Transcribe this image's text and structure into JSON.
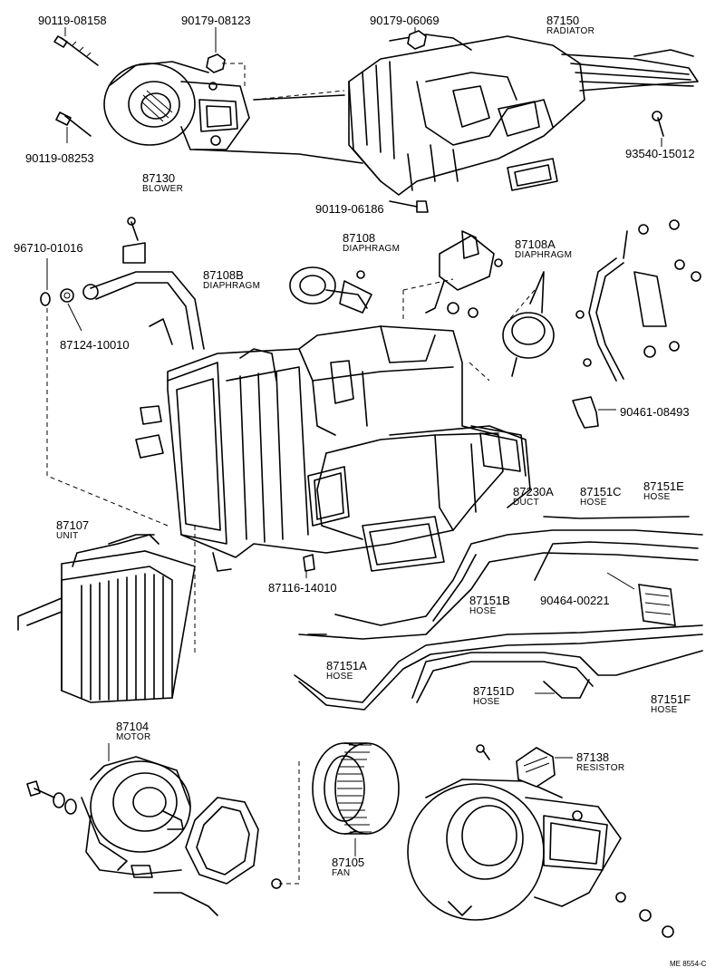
{
  "labels": {
    "p90119_08158": "90119-08158",
    "p90179_08123": "90179-08123",
    "p90179_06069": "90179-06069",
    "p87150": "87150",
    "radiator": "RADIATOR",
    "p90119_08253": "90119-08253",
    "p87130": "87130",
    "blower": "BLOWER",
    "p93540_15012": "93540-15012",
    "p90119_06186": "90119-06186",
    "p96710_01016": "96710-01016",
    "p87108": "87108",
    "diaphragm_1": "DIAPHRAGM",
    "p87108A": "87108A",
    "diaphragm_2": "DIAPHRAGM",
    "p87108B": "87108B",
    "diaphragm_3": "DIAPHRAGM",
    "p87124_10010": "87124-10010",
    "p90461_08493": "90461-08493",
    "p87230A": "87230A",
    "duct": "DUCT",
    "p87151C": "87151C",
    "hose_c": "HOSE",
    "p87151E": "87151E",
    "hose_e": "HOSE",
    "p87107": "87107",
    "unit": "UNIT",
    "p87116_14010": "87116-14010",
    "p90464_00221": "90464-00221",
    "p87151B": "87151B",
    "hose_b": "HOSE",
    "p87151A": "87151A",
    "hose_a": "HOSE",
    "p87151D": "87151D",
    "hose_d": "HOSE",
    "p87151F": "87151F",
    "hose_f": "HOSE",
    "p87104": "87104",
    "motor": "MOTOR",
    "p87138": "87138",
    "resistor": "RESISTOR",
    "p87105": "87105",
    "fan": "FAN",
    "footer_code": "ME 8554-C"
  }
}
